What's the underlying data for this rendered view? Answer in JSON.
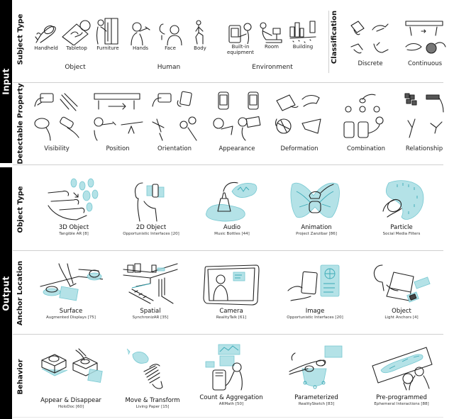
{
  "colors": {
    "bar": "#000000",
    "divider": "#cfcfcf",
    "accent_teal": "#a8dde3",
    "accent_teal_stroke": "#3aa9b6",
    "text": "#1a1a1a"
  },
  "sections": {
    "input": {
      "label": "Input",
      "subject_type": {
        "row_label": "Subject Type",
        "groups": [
          {
            "label": "Object",
            "items": [
              "Handheld",
              "Tabletop",
              "Furniture"
            ]
          },
          {
            "label": "Human",
            "items": [
              "Hands",
              "Face",
              "Body"
            ]
          },
          {
            "label": "Environment",
            "items": [
              "Built-in equipment",
              "Room",
              "Building"
            ]
          }
        ],
        "item_labels": {
          "handheld": "Handheld",
          "tabletop": "Tabletop",
          "furniture": "Furniture",
          "hands": "Hands",
          "face": "Face",
          "body": "Body",
          "builtin_line1": "Built-in",
          "builtin_line2": "equipment",
          "room": "Room",
          "building": "Building"
        },
        "group_labels": {
          "object": "Object",
          "human": "Human",
          "environment": "Environment"
        }
      },
      "classification": {
        "row_label": "Classification",
        "items": {
          "discrete": "Discrete",
          "continuous": "Continuous"
        }
      },
      "detectable_property": {
        "row_label": "Detectable Property",
        "items": {
          "visibility": "Visibility",
          "position": "Position",
          "orientation": "Orientation",
          "appearance": "Appearance",
          "deformation": "Deformation",
          "combination": "Combination",
          "relationship": "Relationship"
        }
      }
    },
    "output": {
      "label": "Output",
      "object_type": {
        "row_label": "Object Type",
        "items": [
          {
            "title": "3D Object",
            "ref": "Tangible AR [8]"
          },
          {
            "title": "2D Object",
            "ref": "Opportunistic Interfaces [20]"
          },
          {
            "title": "Audio",
            "ref": "Music Bottles [44]"
          },
          {
            "title": "Animation",
            "ref": "Project Zanzibar [86]"
          },
          {
            "title": "Particle",
            "ref": "Social Media Filters"
          }
        ]
      },
      "anchor_location": {
        "row_label": "Anchor Location",
        "items": [
          {
            "title": "Surface",
            "ref": "Augmented Displays [75]"
          },
          {
            "title": "Spatial",
            "ref": "SynchronizAR [35]"
          },
          {
            "title": "Camera",
            "ref": "RealityTalk [61]"
          },
          {
            "title": "Image",
            "ref": "Opportunistic Interfaces [20]"
          },
          {
            "title": "Object",
            "ref": "Light Anchors [4]"
          }
        ]
      },
      "behavior": {
        "row_label": "Behavior",
        "items": [
          {
            "title": "Appear & Disappear",
            "ref": "HoloDoc [60]"
          },
          {
            "title": "Move & Transform",
            "ref": "Living Paper [15]"
          },
          {
            "title": "Count & Aggregation",
            "ref": "ARMath [50]"
          },
          {
            "title": "Parameterized",
            "ref": "RealitySketch [83]"
          },
          {
            "title": "Pre-programmed",
            "ref": "Ephemeral Interactions [88]"
          }
        ]
      }
    }
  },
  "icons": {
    "subject": [
      "hand-holding-object-icon",
      "tabletop-icon",
      "furniture-fridge-icon",
      "hands-icon",
      "face-icon",
      "body-icon",
      "built-in-equipment-icon",
      "room-icon",
      "building-city-icon"
    ],
    "detectable": [
      "visibility-icon",
      "position-icon",
      "orientation-icon",
      "appearance-icon",
      "deformation-icon",
      "combination-icon",
      "relationship-icon"
    ]
  }
}
